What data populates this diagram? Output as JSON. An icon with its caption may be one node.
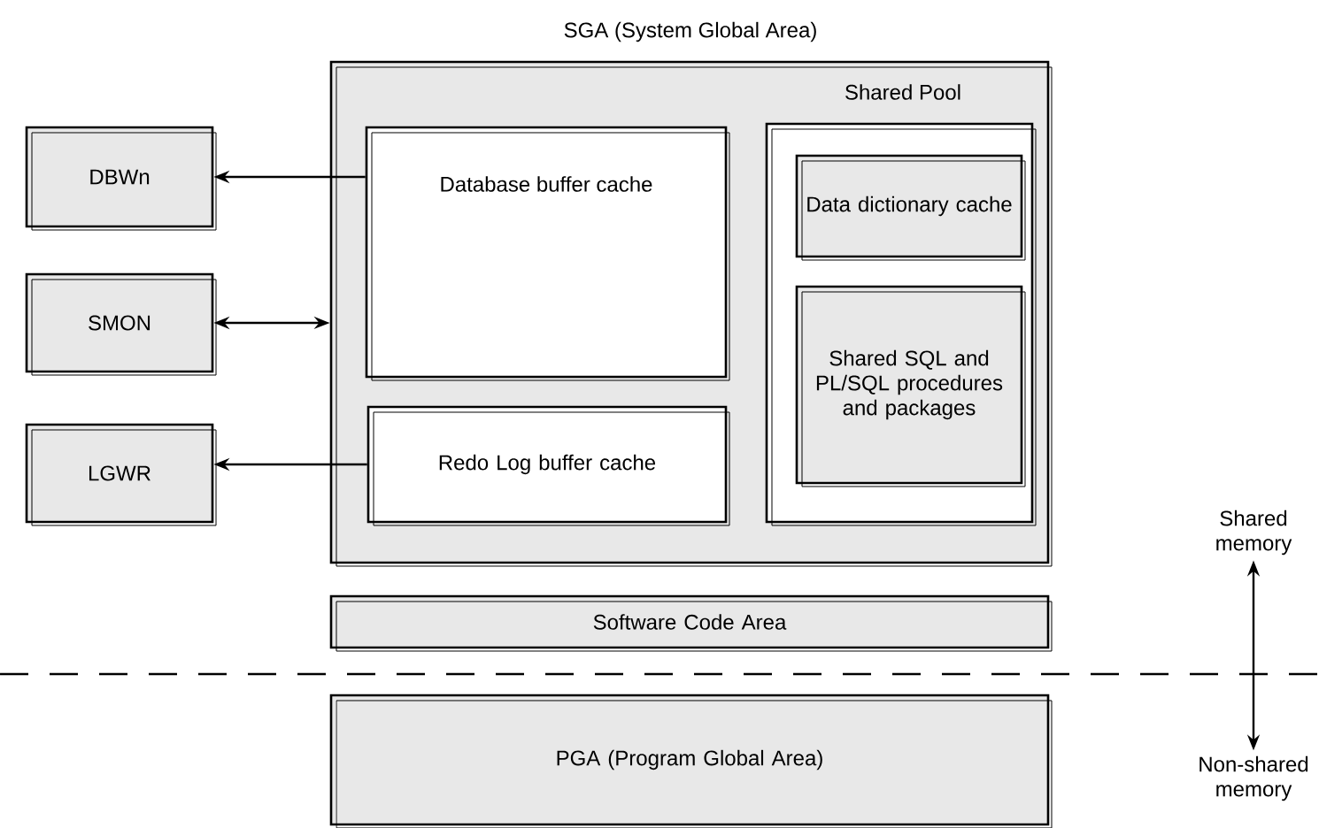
{
  "diagram": {
    "nodes": [
      {
        "text": [
          "SGA (System Global Area)"
        ]
      },
      {
        "text": [
          "Database buffer cache"
        ],
        "in": 0
      },
      {
        "text": [
          "Redo Log buffer cache"
        ],
        "in": 0
      },
      {
        "text": [
          "Shared Pool"
        ],
        "in": 0
      },
      {
        "text": [
          "Data dictionary cache"
        ],
        "in": 3
      },
      {
        "text": [
          "Shared SQL and PL/SQL procedures and packages"
        ],
        "in": 3
      },
      {
        "text": [
          "DBWn"
        ]
      },
      {
        "text": [
          "SMON"
        ]
      },
      {
        "text": [
          "LGWR"
        ]
      },
      {
        "text": [
          "Software Code Area"
        ]
      },
      {
        "text": [
          "PGA (Program Global Area)"
        ]
      },
      {
        "text": [
          "Shared memory"
        ]
      },
      {
        "text": [
          "Non-shared memory"
        ]
      }
    ],
    "edges": [
      {
        "from": 1,
        "to": 6,
        "arrow": "to"
      },
      {
        "from": 7,
        "to": 0,
        "arrow": "both"
      },
      {
        "from": 2,
        "to": 8,
        "arrow": "to"
      },
      {
        "from": 11,
        "to": 12,
        "arrow": "both"
      }
    ]
  }
}
